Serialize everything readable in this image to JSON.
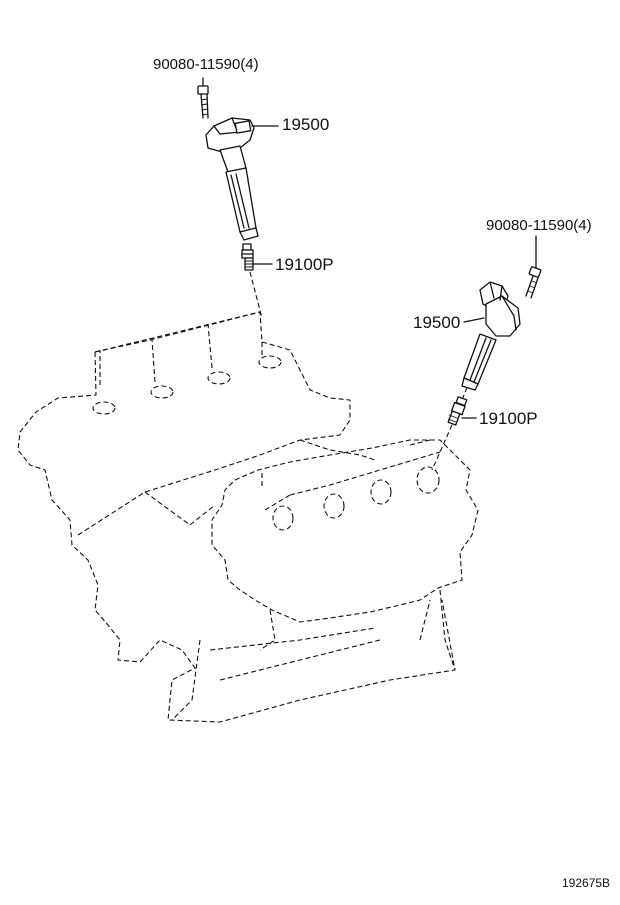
{
  "diagram": {
    "labels": {
      "bolt_left": "90080-11590(4)",
      "coil_left": "19500",
      "plug_left": "19100P",
      "bolt_right": "90080-11590(4)",
      "coil_right": "19500",
      "plug_right": "19100P",
      "ref_number": "192675B"
    }
  }
}
